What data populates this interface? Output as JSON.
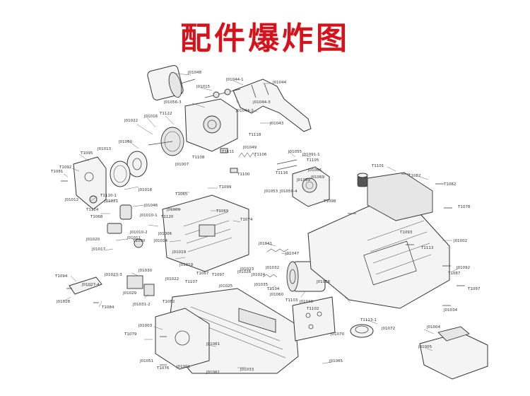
{
  "title": "配件爆炸图",
  "colors": {
    "title": "#d6121a",
    "lines": "#333333",
    "background": "#ffffff"
  },
  "labels": [
    "J01048",
    "J01015",
    "J01044-1",
    "J01044",
    "J01056-3",
    "J01044-3",
    "J01044-2",
    "J01043",
    "T1122",
    "J01016",
    "J01022",
    "J01060",
    "T1118",
    "J01055",
    "J01091-1",
    "T1105",
    "J01013",
    "T1095",
    "T1108",
    "J01007",
    "T1111",
    "J01049",
    "J01066",
    "T1106",
    "T1092",
    "T1081",
    "J01018",
    "T1110-1",
    "J01012",
    "J01021",
    "T1065",
    "T1099",
    "J01046",
    "T1124",
    "J01009",
    "T1068",
    "T1120",
    "J01010-1",
    "T1069",
    "J01006",
    "J01011",
    "J01020",
    "J01010-2",
    "J01019",
    "T1090",
    "J01017",
    "J01014",
    "T1107",
    "J01027-3",
    "J01030",
    "T1094",
    "J01022",
    "J01027-4",
    "J01029",
    "J01031-2",
    "T1082",
    "J01028",
    "T1084",
    "J01026",
    "T1067",
    "T1074",
    "J01025",
    "T1101",
    "T1082",
    "T1082",
    "T1078",
    "J01002",
    "T1113",
    "J01092",
    "T1093",
    "T1087",
    "T1097",
    "J01034",
    "J01036",
    "J01032",
    "J01023",
    "J01024",
    "T1104",
    "T1103",
    "J01047",
    "J01035",
    "T1102",
    "J01040",
    "J01041",
    "J01060",
    "T1079",
    "J01003",
    "T1076",
    "J01001",
    "J01051",
    "J01061",
    "J01033",
    "T1113-1",
    "J01072",
    "J01070",
    "J01004",
    "J01005",
    "J01065",
    "J01053",
    "J01050-4",
    "J01061",
    "J01089",
    "J01069",
    "T1100",
    "T1116",
    "T1098",
    "J01019",
    "T1097"
  ]
}
